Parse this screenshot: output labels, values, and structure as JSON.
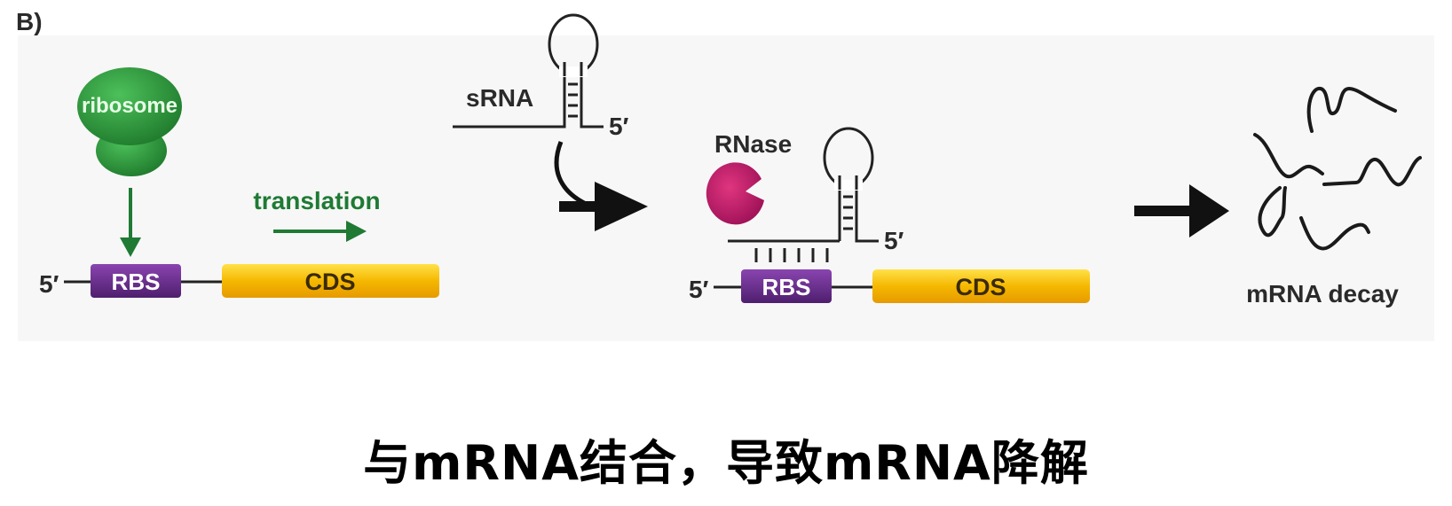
{
  "panel_label": "B)",
  "left": {
    "ribosome": "ribosome",
    "translation": "translation",
    "five_prime": "5′",
    "rbs": "RBS",
    "cds": "CDS"
  },
  "middle": {
    "srna": "sRNA",
    "srna_five_prime": "5′",
    "rnase": "RNase",
    "bound_five_prime": "5′",
    "mrna_five_prime": "5′",
    "rbs": "RBS",
    "cds": "CDS"
  },
  "right": {
    "decay": "mRNA decay"
  },
  "caption": "与mRNA结合，导致mRNA降解",
  "colors": {
    "ribosome_green": "#2e9a3c",
    "arrow_green": "#1f7a34",
    "rbs_purple": "#6a2d8f",
    "cds_yellow": "#f5b800",
    "rnase_magenta": "#c4166a"
  }
}
